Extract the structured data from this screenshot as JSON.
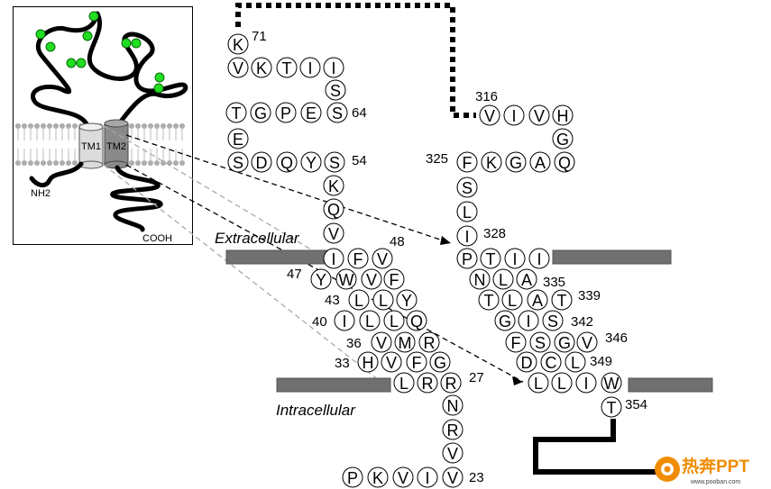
{
  "labels": {
    "extracellular": "Extracellular",
    "intracellular": "Intracellular"
  },
  "inset": {
    "tm1": "TM1",
    "tm2": "TM2",
    "n_terminus": "NH2",
    "c_terminus": "COOH"
  },
  "numbers": [
    "71",
    "64",
    "54",
    "48",
    "47",
    "43",
    "40",
    "36",
    "33",
    "27",
    "23",
    "316",
    "325",
    "328",
    "335",
    "339",
    "342",
    "346",
    "349",
    "354"
  ],
  "residues": [
    "K",
    "V",
    "K",
    "T",
    "I",
    "I",
    "S",
    "S",
    "E",
    "P",
    "G",
    "T",
    "E",
    "S",
    "D",
    "Q",
    "Y",
    "S",
    "K",
    "Q",
    "V",
    "I",
    "F",
    "V",
    "F",
    "V",
    "W",
    "Y",
    "L",
    "L",
    "Y",
    "Q",
    "L",
    "L",
    "I",
    "R",
    "M",
    "V",
    "G",
    "F",
    "V",
    "H",
    "R",
    "R",
    "L",
    "N",
    "R",
    "V",
    "V",
    "I",
    "V",
    "K",
    "P",
    "V",
    "I",
    "V",
    "H",
    "G",
    "Q",
    "A",
    "G",
    "K",
    "F",
    "S",
    "L",
    "I",
    "P",
    "T",
    "I",
    "I",
    "A",
    "L",
    "N",
    "T",
    "L",
    "A",
    "T",
    "G",
    "I",
    "S",
    "F",
    "S",
    "G",
    "V",
    "D",
    "C",
    "L",
    "L",
    "L",
    "I",
    "W",
    "T"
  ],
  "logo": {
    "brand": "热奔PPT",
    "url": "www.pooban.com"
  },
  "colors": {
    "membrane_bar": "#707070",
    "disulfide_dot": "#22dd22",
    "tm1_fill": "#dcdcdc",
    "tm2_fill": "#8a8a8a",
    "logo_orange": "#f08c00"
  }
}
